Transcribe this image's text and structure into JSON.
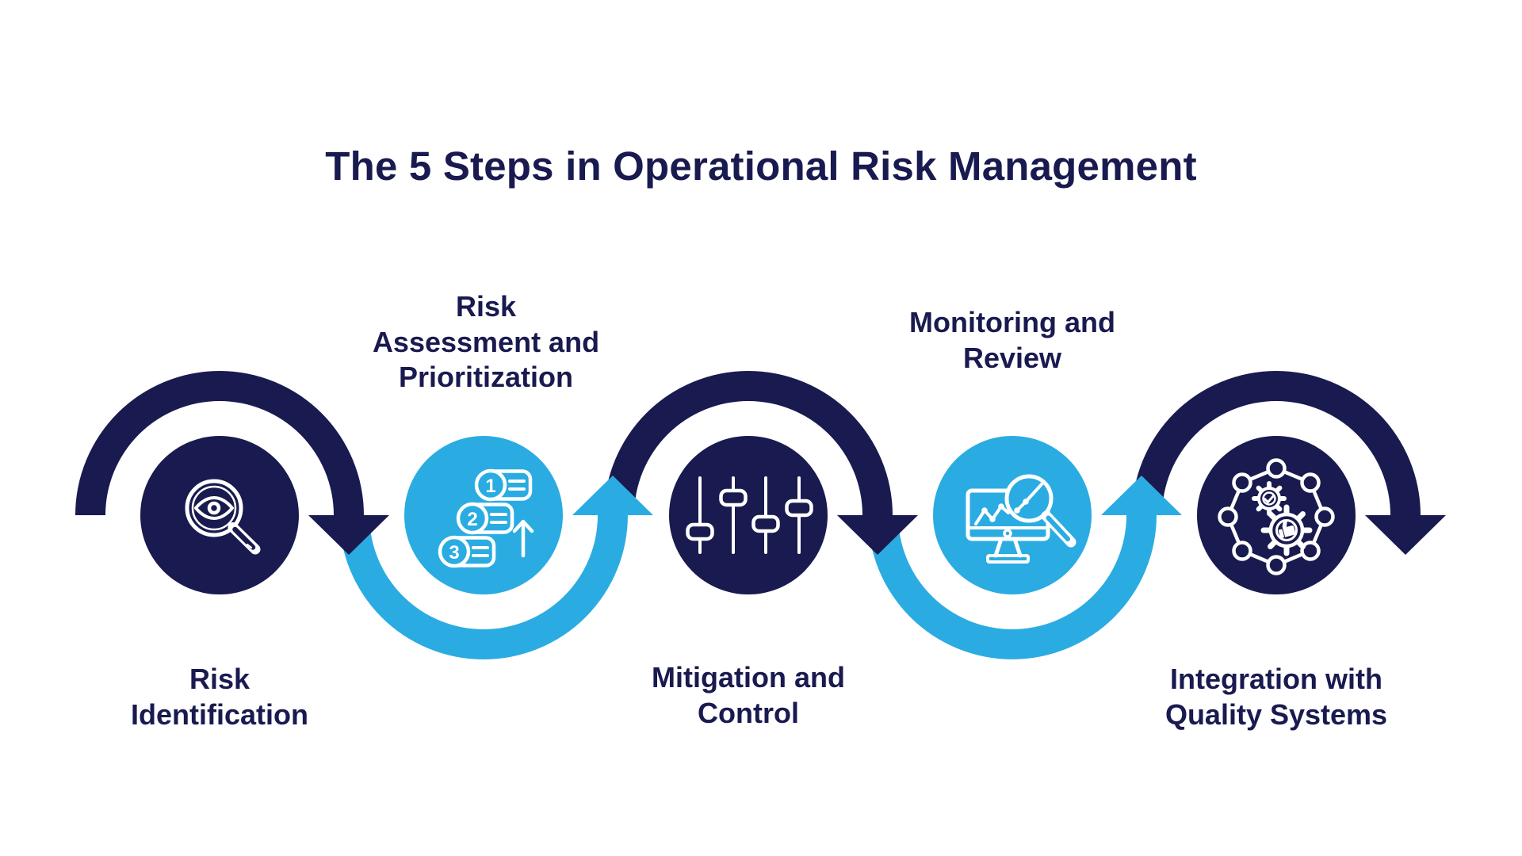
{
  "title": "The 5 Steps in Operational Risk Management",
  "colors": {
    "navy": "#191a4f",
    "blue": "#2aace2",
    "background": "#ffffff",
    "icon_stroke": "#ffffff"
  },
  "steps": [
    {
      "label": "Risk\nIdentification",
      "label_position": "below",
      "circle_color": "navy",
      "icon": "magnifier-eye-icon",
      "connector": {
        "shape": "arc-over",
        "color": "navy",
        "arrow": "down"
      }
    },
    {
      "label": "Risk\nAssessment and\nPrioritization",
      "label_position": "above",
      "circle_color": "blue",
      "icon": "numbered-priority-list-icon",
      "icon_numbers": [
        "1",
        "2",
        "3"
      ],
      "connector": {
        "shape": "arc-under",
        "color": "blue",
        "arrow": "up"
      }
    },
    {
      "label": "Mitigation and\nControl",
      "label_position": "below",
      "circle_color": "navy",
      "icon": "sliders-icon",
      "connector": {
        "shape": "arc-over",
        "color": "navy",
        "arrow": "down"
      }
    },
    {
      "label": "Monitoring and\nReview",
      "label_position": "above",
      "circle_color": "blue",
      "icon": "monitor-chart-magnifier-icon",
      "connector": {
        "shape": "arc-under",
        "color": "blue",
        "arrow": "up"
      }
    },
    {
      "label": "Integration with\nQuality Systems",
      "label_position": "below",
      "circle_color": "navy",
      "icon": "network-gears-icon",
      "connector": {
        "shape": "arc-over",
        "color": "navy",
        "arrow": "down"
      }
    }
  ]
}
